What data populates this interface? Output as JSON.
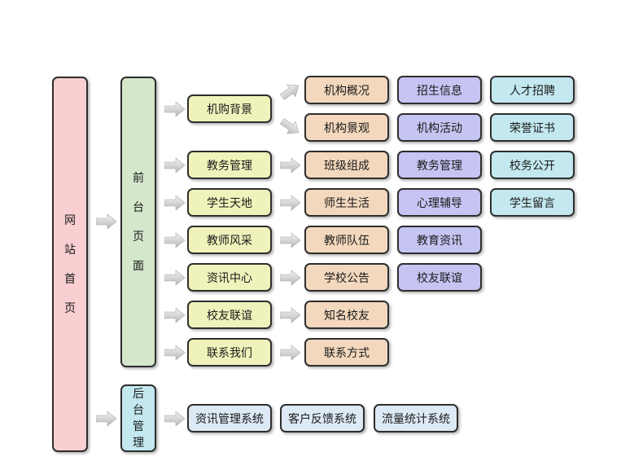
{
  "home": {
    "chars": [
      "网",
      "站",
      "首",
      "页"
    ]
  },
  "frontend": {
    "chars": [
      "前",
      "台",
      "页",
      "面"
    ]
  },
  "backend": {
    "chars": [
      "后",
      "台",
      "管",
      "理"
    ]
  },
  "sections": [
    {
      "name": "机购背景",
      "items": [
        [
          "机构概况",
          "招生信息",
          "人才招聘"
        ],
        [
          "机构景观",
          "机构活动",
          "荣誉证书"
        ]
      ]
    },
    {
      "name": "教务管理",
      "items": [
        [
          "班级组成",
          "教务管理",
          "校务公开"
        ]
      ]
    },
    {
      "name": "学生天地",
      "items": [
        [
          "师生生活",
          "心理辅导",
          "学生留言"
        ]
      ]
    },
    {
      "name": "教师风采",
      "items": [
        [
          "教师队伍",
          "教育资讯"
        ]
      ]
    },
    {
      "name": "资讯中心",
      "items": [
        [
          "学校公告",
          "校友联谊"
        ]
      ]
    },
    {
      "name": "校友联谊",
      "items": [
        [
          "知名校友"
        ]
      ]
    },
    {
      "name": "联系我们",
      "items": [
        [
          "联系方式"
        ]
      ]
    }
  ],
  "backend_systems": [
    "资讯管理系统",
    "客户反馈系统",
    "流量统计系统"
  ],
  "colors": {
    "home": "#f9cfd1",
    "frontend": "#d4e7cb",
    "section": "#f0f2bb",
    "item_col1": "#f3d8bd",
    "item_col2": "#c6c4f2",
    "item_col3": "#c3e8ef",
    "backend": "#c3e8ef",
    "backend_system": "#dde9f5",
    "arrow": "#c4c4c4",
    "border": "#2e2e2e"
  }
}
